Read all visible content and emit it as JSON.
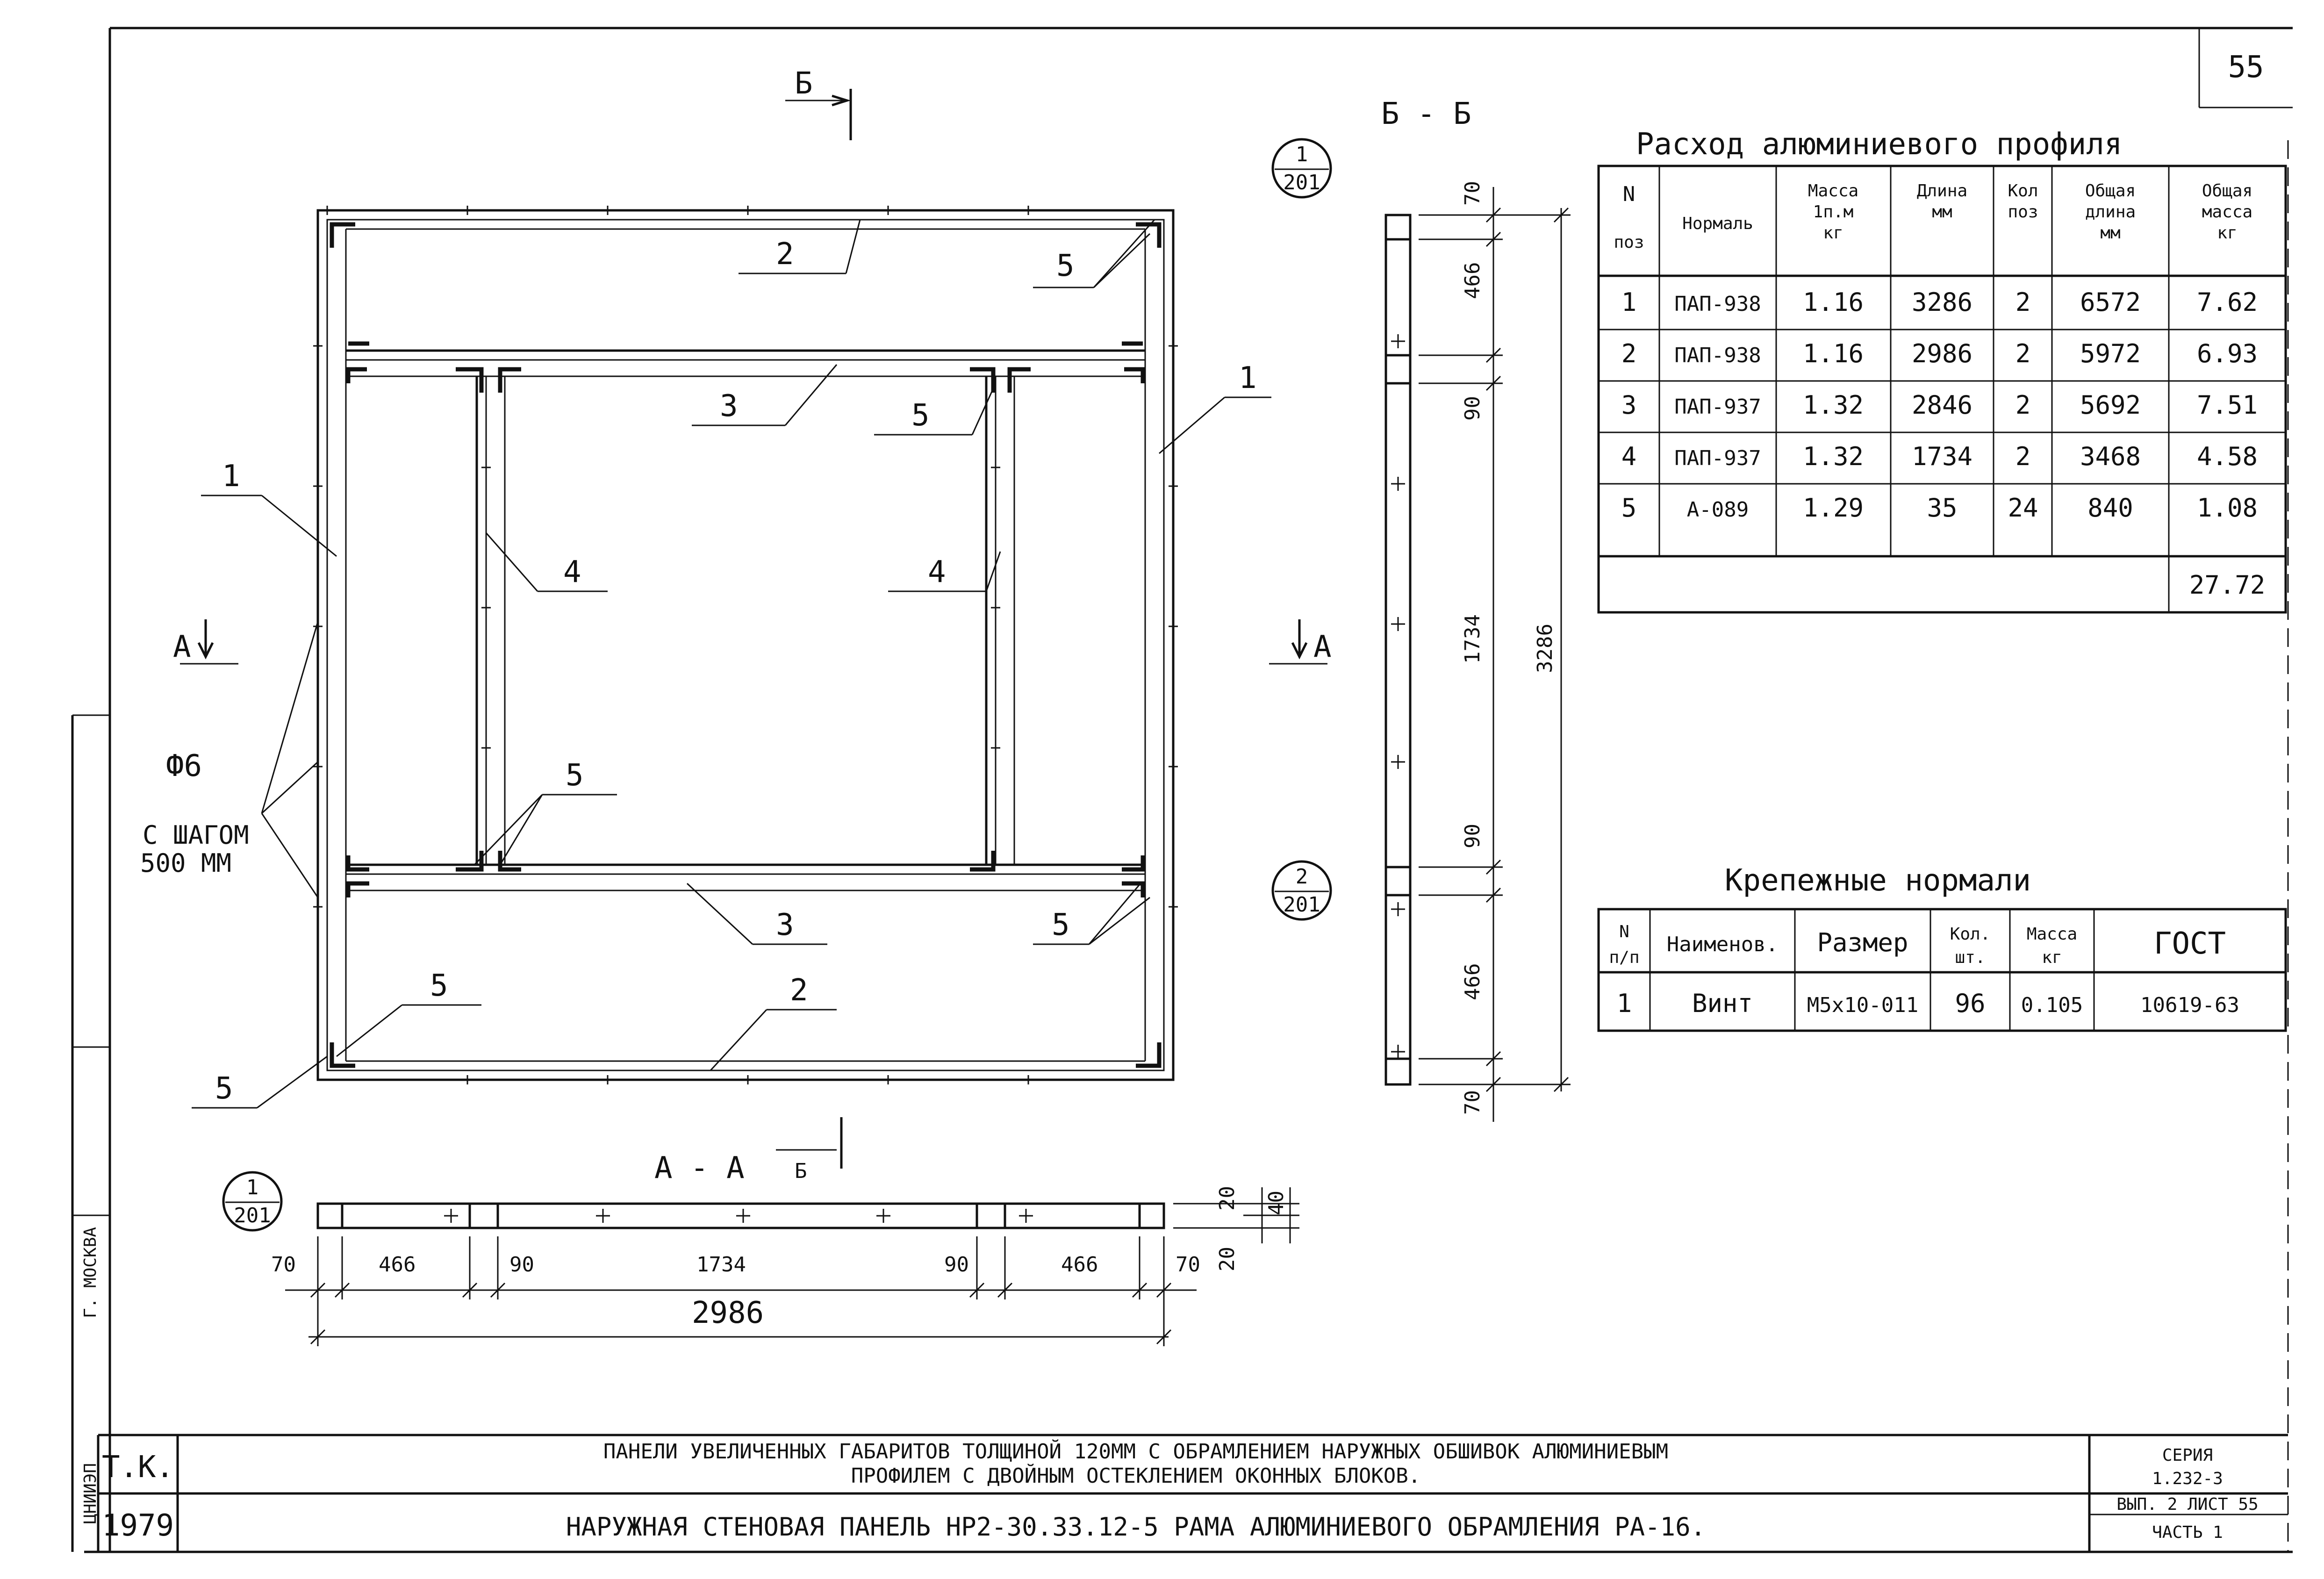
{
  "sheet": {
    "page_number": "55",
    "stamp_tk": "Т.К.",
    "stamp_year": "1979",
    "title_line1": "ПАНЕЛИ УВЕЛИЧЕННЫХ ГАБАРИТОВ ТОЛЩИНОЙ 120ММ С ОБРАМЛЕНИЕМ НАРУЖНЫХ ОБШИВОК АЛЮМИНИЕВЫМ",
    "title_line2": "ПРОФИЛЕМ С ДВОЙНЫМ ОСТЕКЛЕНИЕМ ОКОННЫХ БЛОКОВ.",
    "title_line3": "НАРУЖНАЯ СТЕНОВАЯ ПАНЕЛЬ НР2-30.33.12-5 РАМА АЛЮМИНИЕВОГО ОБРАМЛЕНИЯ РА-16.",
    "series_label": "СЕРИЯ",
    "series_value": "1.232-3",
    "issue_line1": "ВЫП. 2 ЛИСТ 55",
    "issue_line2": "ЧАСТЬ 1",
    "side_org": "ЦНИИЭП",
    "side_city": "Г. МОСКВА"
  },
  "elevation": {
    "callouts": {
      "c1_left": "1",
      "c1_right": "1",
      "c2_top": "2",
      "c2_bottom": "2",
      "c3_top": "3",
      "c3_bottom": "3",
      "c4_left": "4",
      "c4_right": "4",
      "c5_a": "5",
      "c5_b": "5",
      "c5_c": "5",
      "c5_d": "5",
      "c5_e": "5",
      "c5_f": "5"
    },
    "holes_line1": "Ф6",
    "holes_line2": "С ШАГОМ",
    "holes_line3": "500 ММ",
    "section_a_left": "А",
    "section_a_right": "А",
    "section_b_top": "Б"
  },
  "section_bb": {
    "title": "Б - Б",
    "ref1_num": "1",
    "ref1_den": "201",
    "ref2_num": "2",
    "ref2_den": "201",
    "dims": [
      "70",
      "466",
      "90",
      "1734",
      "90",
      "466",
      "70"
    ],
    "overall": "3286"
  },
  "section_aa": {
    "title": "А - А",
    "cut_mark": "Б",
    "ref_num": "1",
    "ref_den": "201",
    "dims": [
      "70",
      "466",
      "90",
      "1734",
      "90",
      "466",
      "70"
    ],
    "overall": "2986",
    "thick_a": "20",
    "thick_b": "40",
    "thick_c": "20"
  },
  "profile_table": {
    "title": "Расход алюминиевого профиля",
    "headers": [
      "N поз",
      "Нормаль",
      "Масса 1п.м кг",
      "Длина мм",
      "Кол поз",
      "Общая длина мм",
      "Общая масса кг"
    ],
    "rows": [
      [
        "1",
        "ПАП-938",
        "1.16",
        "3286",
        "2",
        "6572",
        "7.62"
      ],
      [
        "2",
        "ПАП-938",
        "1.16",
        "2986",
        "2",
        "5972",
        "6.93"
      ],
      [
        "3",
        "ПАП-937",
        "1.32",
        "2846",
        "2",
        "5692",
        "7.51"
      ],
      [
        "4",
        "ПАП-937",
        "1.32",
        "1734",
        "2",
        "3468",
        "4.58"
      ],
      [
        "5",
        "А-089",
        "1.29",
        "35",
        "24",
        "840",
        "1.08"
      ]
    ],
    "total": "27.72"
  },
  "fastener_table": {
    "title": "Крепежные нормали",
    "headers": [
      "N п/п",
      "Наименов.",
      "Размер",
      "Кол. шт.",
      "Масса кг",
      "ГОСТ"
    ],
    "rows": [
      [
        "1",
        "Винт",
        "М5х10-011",
        "96",
        "0.105",
        "10619-63"
      ]
    ]
  }
}
